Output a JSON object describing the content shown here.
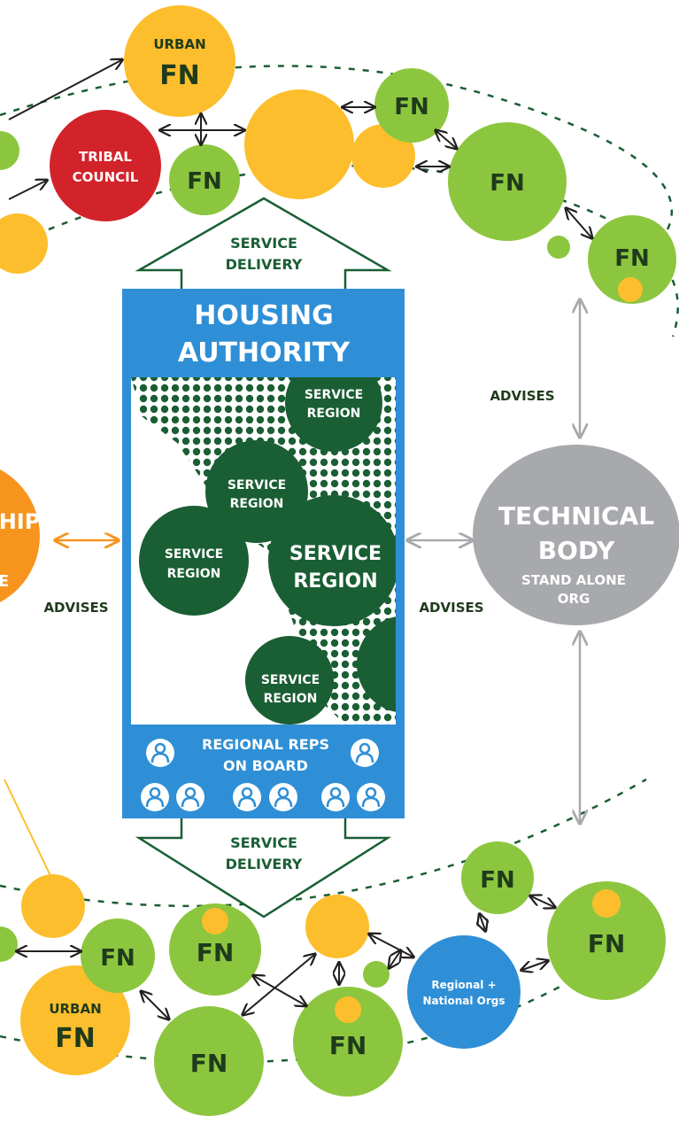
{
  "service_delivery_top": [
    "SERVICE",
    "DELIVERY"
  ],
  "service_delivery_bottom": [
    "SERVICE",
    "DELIVERY"
  ],
  "housing_authority": [
    "HOUSING",
    "AUTHORITY"
  ],
  "service_region": [
    "SERVICE",
    "REGION"
  ],
  "regional_reps": [
    "REGIONAL REPS",
    "ON BOARD"
  ],
  "advises": "ADVISES",
  "technical_body": [
    "TECHNICAL",
    "BODY"
  ],
  "stand_alone": [
    "STAND ALONE",
    "ORG"
  ],
  "left_partial": [
    "HIP",
    "E"
  ],
  "urban": "URBAN",
  "fn": "FN",
  "tribal_council": [
    "TRIBAL",
    "COUNCIL"
  ],
  "regional_national": [
    "Regional +",
    "National Orgs"
  ],
  "colors": {
    "green": "#8cc63f",
    "dark_green": "#1a5e34",
    "yellow": "#fcbe2c",
    "red": "#d2232a",
    "blue": "#2f8fd6",
    "grey": "#a7a9ac",
    "orange": "#f7941d",
    "text_dark": "#1f3b1c",
    "arrow": "#231f20"
  }
}
